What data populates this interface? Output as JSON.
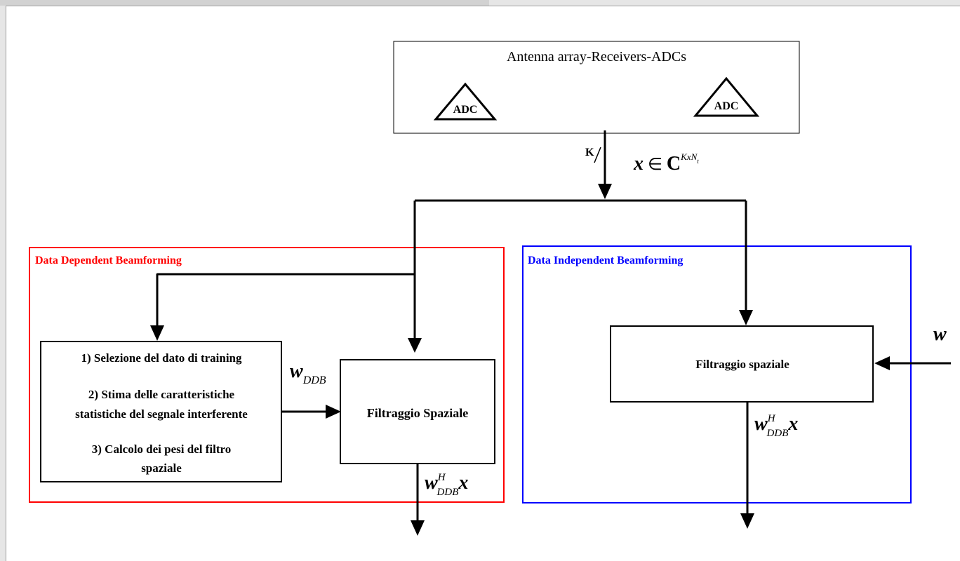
{
  "colors": {
    "red_box": "#ff0000",
    "blue_box": "#0000ff",
    "line": "#000000"
  },
  "antenna_block": {
    "title": "Antenna array-Receivers-ADCs",
    "adc_left": "ADC",
    "adc_right": "ADC"
  },
  "bus": {
    "width_label": "K",
    "signal_x": "x",
    "signal_in": "∈",
    "signal_set": "C",
    "signal_exp": "KxN",
    "signal_exp_sub": "t"
  },
  "ddb": {
    "title": "Data Dependent Beamforming",
    "steps": {
      "step1": "1) Selezione del dato di training",
      "step2a": "2) Stima delle caratteristiche",
      "step2b": "statistiche del segnale interferente",
      "step3a": "3) Calcolo dei pesi del filtro",
      "step3b": "spaziale"
    },
    "weight_label": "w",
    "weight_sub": "DDB",
    "filter_label": "Filtraggio Spaziale",
    "output": {
      "w": "w",
      "sup": "H",
      "sub": "DDB",
      "x": "x"
    }
  },
  "dib": {
    "title": "Data Independent Beamforming",
    "filter_label": "Filtraggio spaziale",
    "weight_input": "w",
    "output": {
      "w": "w",
      "sup": "H",
      "sub": "DDB",
      "x": "x"
    }
  }
}
